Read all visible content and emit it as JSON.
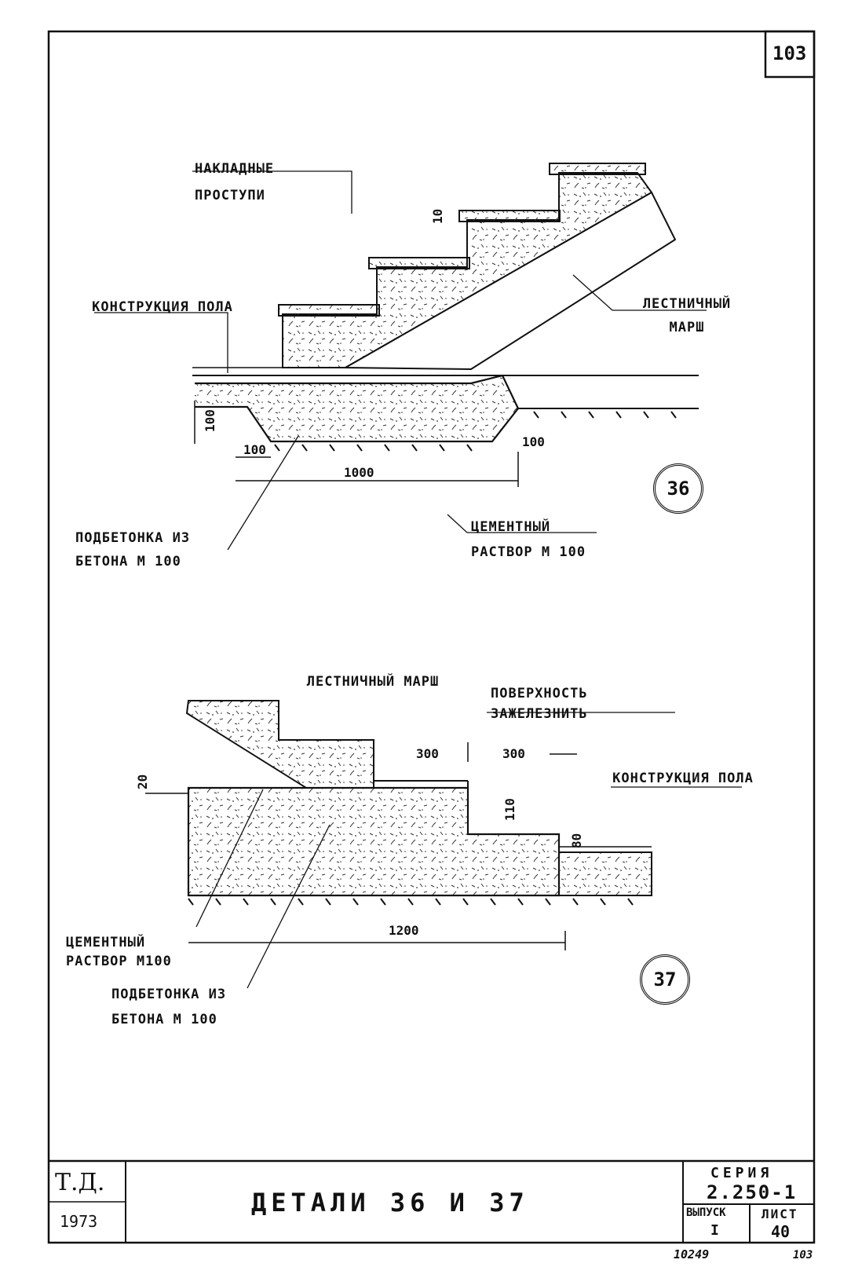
{
  "sheet_number": "103",
  "detail36": {
    "label_treads": "НАКЛАДНЫЕ ПРОСТУПИ",
    "label_floor": "КОНСТРУКЦИЯ ПОЛА",
    "label_flight": "ЛЕСТНИЧНЫЙ МАРШ",
    "label_concrete": "ПОДБЕТОНКА ИЗ БЕТОНА М 100",
    "label_mortar": "ЦЕМЕНТНЫЙ РАСТВОР М 100",
    "dim_tread": "10",
    "dim_depth": "100",
    "dim_left": "100",
    "dim_right": "100",
    "dim_width": "1000",
    "marker": "36"
  },
  "detail37": {
    "label_flight": "ЛЕСТНИЧНЫЙ МАРШ",
    "label_surface": "ПОВЕРХНОСТЬ ЗАЖЕЛЕЗНИТЬ",
    "label_floor": "КОНСТРУКЦИЯ ПОЛА",
    "label_mortar": "ЦЕМЕНТНЫЙ РАСТВОР М100",
    "label_concrete": "ПОДБЕТОНКА ИЗ БЕТОНА М 100",
    "dim_slope": "20",
    "dim_300a": "300",
    "dim_300b": "300",
    "dim_110": "110",
    "dim_80": "80",
    "dim_width": "1200",
    "marker": "37"
  },
  "title_block": {
    "org": "Т.Д.",
    "year": "1973",
    "title": "ДЕТАЛИ 36 И 37",
    "series_label": "СЕРИЯ",
    "series_value": "2.250-1",
    "issue_label": "ВЫПУСК",
    "issue_value": "I",
    "sheet_label": "ЛИСТ",
    "sheet_value": "40"
  },
  "footer": {
    "code": "10249",
    "page": "103"
  }
}
